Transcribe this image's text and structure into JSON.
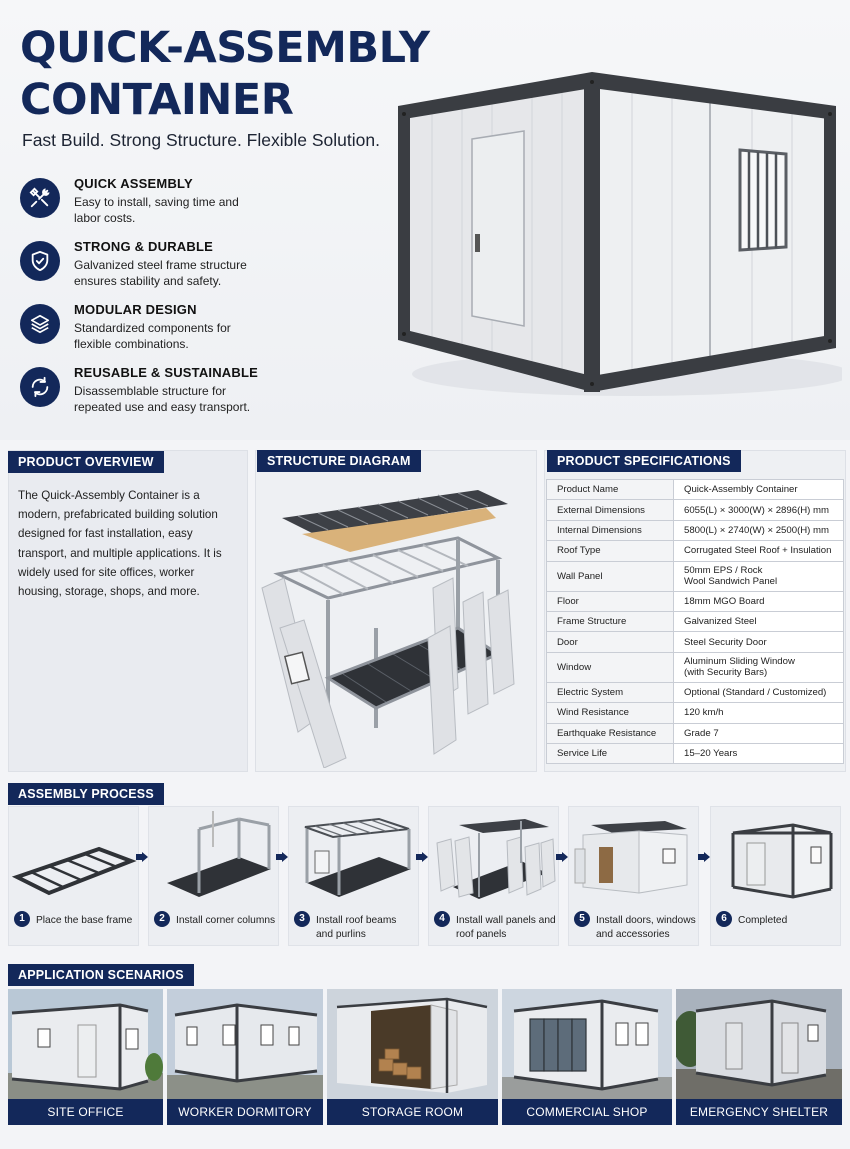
{
  "hero": {
    "title_line1": "QUICK-ASSEMBLY",
    "title_line2": "CONTAINER",
    "subtitle": "Fast Build. Strong Structure. Flexible Solution."
  },
  "features": [
    {
      "icon": "tools-icon",
      "title": "QUICK ASSEMBLY",
      "desc": "Easy to install, saving time and labor costs."
    },
    {
      "icon": "shield-icon",
      "title": "STRONG & DURABLE",
      "desc": "Galvanized steel frame structure ensures stability and safety."
    },
    {
      "icon": "layers-icon",
      "title": "MODULAR DESIGN",
      "desc": "Standardized components for flexible combinations."
    },
    {
      "icon": "recycle-icon",
      "title": "REUSABLE & SUSTAINABLE",
      "desc": "Disassemblable structure for repeated use and easy transport."
    }
  ],
  "sections": {
    "overview": "PRODUCT OVERVIEW",
    "structure": "STRUCTURE DIAGRAM",
    "specs": "PRODUCT SPECIFICATIONS",
    "assembly": "ASSEMBLY PROCESS",
    "applications": "APPLICATION SCENARIOS"
  },
  "overview_text": "The Quick-Assembly Container is a modern, prefabricated building solution designed for fast installation, easy transport, and multiple applications. It is widely used for site offices, worker housing, storage, shops, and more.",
  "specs": [
    {
      "key": "Product Name",
      "value": "Quick-Assembly Container"
    },
    {
      "key": "External Dimensions",
      "value": "6055(L) × 3000(W) × 2896(H) mm"
    },
    {
      "key": "Internal Dimensions",
      "value": "5800(L) × 2740(W) × 2500(H) mm"
    },
    {
      "key": "Roof Type",
      "value": "Corrugated Steel Roof + Insulation"
    },
    {
      "key": "Wall Panel",
      "value": "50mm EPS / Rock Wool Sandwich Panel"
    },
    {
      "key": "Floor",
      "value": "18mm MGO Board"
    },
    {
      "key": "Frame Structure",
      "value": "Galvanized Steel"
    },
    {
      "key": "Door",
      "value": "Steel Security Door"
    },
    {
      "key": "Window",
      "value": "Aluminum Sliding Window (with Security Bars)"
    },
    {
      "key": "Electric System",
      "value": "Optional (Standard / Customized)"
    },
    {
      "key": "Wind Resistance",
      "value": "120 km/h"
    },
    {
      "key": "Earthquake Resistance",
      "value": "Grade 7"
    },
    {
      "key": "Service Life",
      "value": "15–20 Years"
    }
  ],
  "steps": [
    {
      "num": "1",
      "label": "Place the base frame"
    },
    {
      "num": "2",
      "label": "Install corner columns"
    },
    {
      "num": "3",
      "label": "Install roof beams and purlins"
    },
    {
      "num": "4",
      "label": "Install wall panels and roof panels"
    },
    {
      "num": "5",
      "label": "Install doors, windows and accessories"
    },
    {
      "num": "6",
      "label": "Completed"
    }
  ],
  "applications": [
    "SITE OFFICE",
    "WORKER DORMITORY",
    "STORAGE ROOM",
    "COMMERCIAL SHOP",
    "EMERGENCY SHELTER"
  ],
  "colors": {
    "navy": "#13285a",
    "frame": "#3a3d42",
    "panel": "#e4e6ea"
  }
}
